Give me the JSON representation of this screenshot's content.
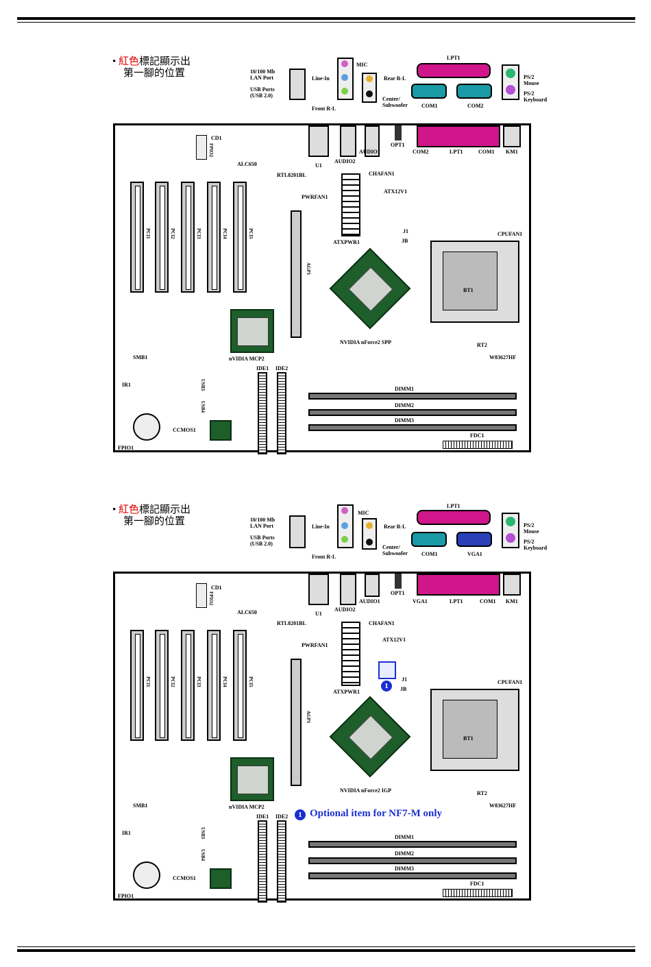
{
  "note": {
    "line1_red": "紅色",
    "line1_rest": "標記顯示出",
    "line2": "第一腳的位置",
    "bullet": "•"
  },
  "diagram1": {
    "io": {
      "lan": "10/100 Mb LAN Port",
      "usb": "USB Ports (USB 2.0)",
      "line_in": "Line-In",
      "mic": "MIC",
      "rear_rl": "Rear R-L",
      "front_rl": "Front R-L",
      "center": "Center/ Subwoofer",
      "lpt": "LPT1",
      "com1": "COM1",
      "com2": "COM2",
      "ps2_mouse": "PS/2 Mouse",
      "ps2_kb": "PS/2 Keyboard"
    },
    "board": {
      "audio2": "AUDIO2",
      "audio1": "AUDIO1",
      "opt1": "OPT1",
      "com2": "COM2",
      "lpt1": "LPT1",
      "com1": "COM1",
      "km1": "KM1",
      "cd1": "CD1",
      "fpio2": "FPIO2",
      "alc": "ALC650",
      "rtl": "RTL8201BL",
      "u": "U1",
      "chafan": "CHAFAN1",
      "pwrfan": "PWRFAN1",
      "atx12v": "ATX12V1",
      "atxpwr": "ATXPWR1",
      "j": "J1",
      "jb": "JB",
      "cpufan": "CPUFAN1",
      "agp": "AGP1",
      "pci": [
        "PCI1",
        "PCI2",
        "PCI3",
        "PCI4",
        "PCI5"
      ],
      "mcp": "nVIDIA MCP2",
      "nb": "NVIDIA nForce2 SPP",
      "cpu": "BT1",
      "rt2": "RT2",
      "smb": "SMB1",
      "ir": "IR1",
      "ide1": "IDE1",
      "ide2": "IDE2",
      "w83627": "W83627HF",
      "dimm": [
        "DIMM1",
        "DIMM2",
        "DIMM3"
      ],
      "fdc": "FDC1",
      "fpio1": "FPIO1",
      "ccmos": "CCMOS1",
      "usb_hdr": [
        "USB3",
        "USB4"
      ]
    }
  },
  "diagram2": {
    "io": {
      "lan": "10/100 Mb LAN Port",
      "usb": "USB Ports (USB 2.0)",
      "line_in": "Line-In",
      "mic": "MIC",
      "rear_rl": "Rear R-L",
      "front_rl": "Front R-L",
      "center": "Center/ Subwoofer",
      "lpt": "LPT1",
      "com1": "COM1",
      "vga": "VGA1",
      "ps2_mouse": "PS/2 Mouse",
      "ps2_kb": "PS/2 Keyboard"
    },
    "board": {
      "audio2": "AUDIO2",
      "audio1": "AUDIO1",
      "opt1": "OPT1",
      "vga1": "VGA1",
      "lpt1": "LPT1",
      "com1": "COM1",
      "km1": "KM1",
      "cd1": "CD1",
      "fpio2": "FPIO2",
      "alc": "ALC650",
      "rtl": "RTL8201BL",
      "u": "U1",
      "chafan": "CHAFAN1",
      "pwrfan": "PWRFAN1",
      "atx12v": "ATX12V1",
      "atxpwr": "ATXPWR1",
      "j": "J1",
      "jb": "JB",
      "cpufan": "CPUFAN1",
      "agp": "AGP1",
      "pci": [
        "PCI1",
        "PCI2",
        "PCI3",
        "PCI4",
        "PCI5"
      ],
      "mcp": "nVIDIA MCP2",
      "nb": "NVIDIA nForce2 IGP",
      "cpu": "BT1",
      "rt2": "RT2",
      "smb": "SMB1",
      "ir": "IR1",
      "ide1": "IDE1",
      "ide2": "IDE2",
      "w83627": "W83627HF",
      "dimm": [
        "DIMM1",
        "DIMM2",
        "DIMM3"
      ],
      "fdc": "FDC1",
      "fpio1": "FPIO1",
      "ccmos": "CCMOS1",
      "usb_hdr": [
        "USB3",
        "USB4"
      ],
      "optional_mark": "1",
      "optional_note": "Optional item for NF7-M only"
    }
  },
  "colors": {
    "chip_green": "#1d5e2a",
    "lpt_pink": "#d0168a",
    "com_teal": "#1a9aa6",
    "vga_blue": "#2a3fb8",
    "mouse_green": "#2bb673",
    "kb_purple": "#b44fd6",
    "link_blue": "#1a2fd0",
    "note_red": "#e00000"
  }
}
